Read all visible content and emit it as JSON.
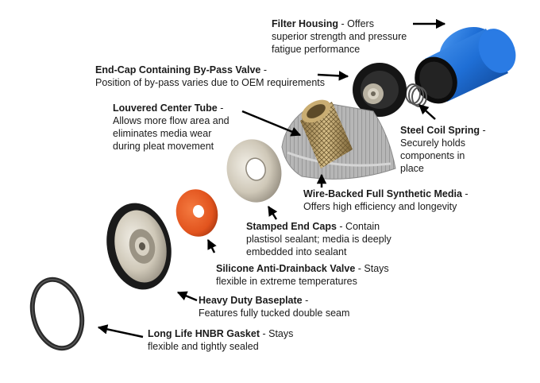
{
  "labels": {
    "filter_housing": {
      "title": "Filter Housing",
      "desc1": "- Offers",
      "desc2": "superior strength and pressure",
      "desc3": "fatigue performance"
    },
    "end_cap": {
      "title": "End-Cap Containing By-Pass Valve",
      "desc1": "-",
      "desc2": "Position of by-pass varies due to OEM requirements"
    },
    "louvered": {
      "title": "Louvered Center Tube",
      "desc1": "-",
      "desc2": "Allows more flow area and",
      "desc3": "eliminates media wear",
      "desc4": "during pleat movement"
    },
    "steel_spring": {
      "title": "Steel Coil Spring",
      "desc1": "-",
      "desc2": "Securely holds",
      "desc3": "components in",
      "desc4": "place"
    },
    "wire_media": {
      "title": "Wire-Backed Full Synthetic Media",
      "desc1": "-",
      "desc2": "Offers high efficiency and longevity"
    },
    "stamped_caps": {
      "title": "Stamped End Caps",
      "desc1": "- Contain",
      "desc2": "plastisol sealant; media is deeply",
      "desc3": "embedded into sealant"
    },
    "silicone_valve": {
      "title": "Silicone Anti-Drainback Valve",
      "desc1": "- Stays",
      "desc2": "flexible in extreme temperatures"
    },
    "baseplate": {
      "title": "Heavy Duty Baseplate",
      "desc1": "-",
      "desc2": "Features fully tucked double seam"
    },
    "gasket": {
      "title": "Long Life HNBR Gasket",
      "desc1": "- Stays",
      "desc2": "flexible and tightly sealed"
    }
  },
  "colors": {
    "housing_blue": "#1f6fd6",
    "housing_dark": "#0d3f8a",
    "valve_orange": "#e2541e",
    "metal_silver": "#c9c3b6",
    "media_gray": "#a9a9a9",
    "gold_tube": "#b79a5e",
    "black_part": "#1c1c1c",
    "text": "#1a1a1a"
  }
}
